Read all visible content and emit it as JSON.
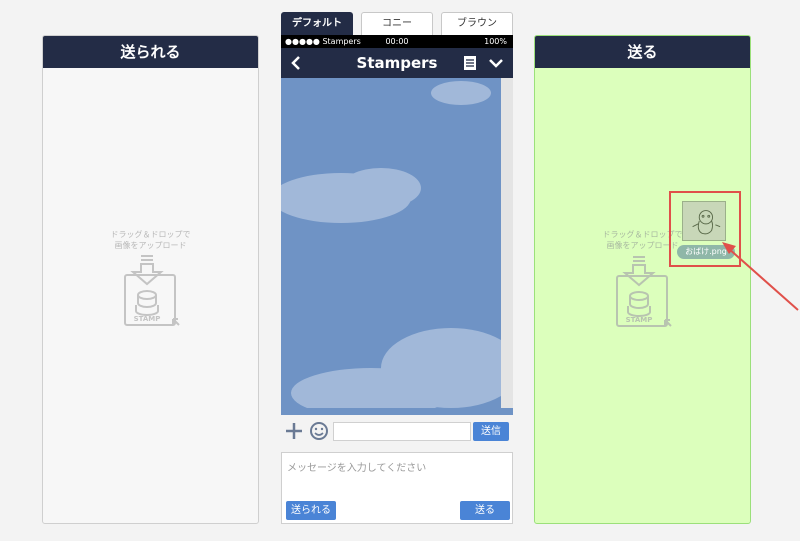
{
  "left_panel": {
    "title": "送られる",
    "hint_line1": "ドラッグ＆ドロップで",
    "hint_line2": "画像をアップロード",
    "stamp_label": "STAMP"
  },
  "right_panel": {
    "title": "送る",
    "hint_line1": "ドラッグ＆ドロップで",
    "hint_line2": "画像をアップロード",
    "stamp_label": "STAMP"
  },
  "tabs": [
    {
      "label": "デフォルト",
      "active": true
    },
    {
      "label": "コニー",
      "active": false
    },
    {
      "label": "ブラウン",
      "active": false
    }
  ],
  "phone": {
    "status_left": "●●●●● Stampers",
    "status_time": "00:00",
    "status_battery": "100%",
    "nav_title": "Stampers"
  },
  "input_bar": {
    "send_label": "送信"
  },
  "message_box": {
    "placeholder": "メッセージを入力してください",
    "receive_label": "送られる",
    "send_label": "送る"
  },
  "drag_file": {
    "filename": "おばけ.png"
  },
  "colors": {
    "header": "#232c46",
    "accent": "#4a84d6",
    "drop_active": "#dcffbc",
    "highlight": "#e0504a"
  }
}
